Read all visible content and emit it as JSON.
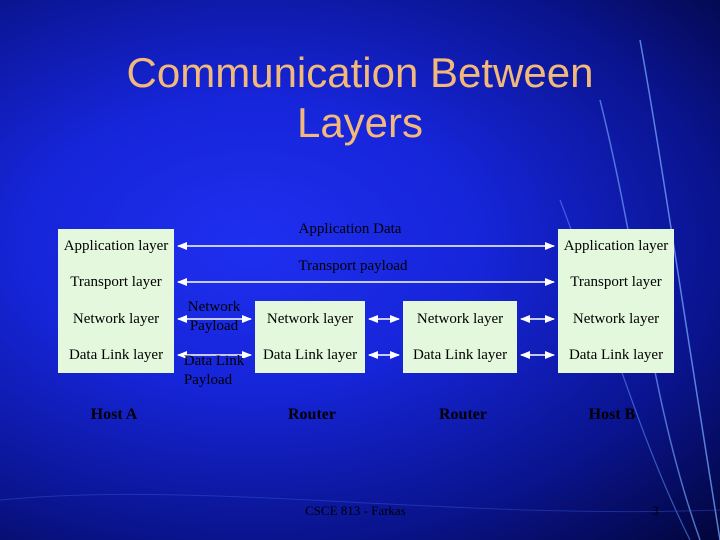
{
  "title_line1": "Communication Between",
  "title_line2": "Layers",
  "left_host": {
    "application": "Application layer",
    "transport": "Transport layer",
    "network": "Network layer",
    "datalink": "Data Link layer",
    "name": "Host A"
  },
  "right_host": {
    "application": "Application layer",
    "transport": "Transport layer",
    "network": "Network layer",
    "datalink": "Data Link layer",
    "name": "Host B"
  },
  "router1": {
    "network": "Network layer",
    "datalink": "Data Link layer",
    "name": "Router"
  },
  "router2": {
    "network": "Network layer",
    "datalink": "Data Link layer",
    "name": "Router"
  },
  "labels": {
    "application_data": "Application Data",
    "transport_payload": "Transport payload",
    "network_payload_1": "Network",
    "network_payload_2": "Payload",
    "datalink_payload_1": "Data Link",
    "datalink_payload_2": "Payload"
  },
  "footer_text": "CSCE 813 - Farkas",
  "page_number": "3",
  "colors": {
    "title": "#f2b97a",
    "box": "#e3f8dc",
    "background": "#1625d8"
  }
}
